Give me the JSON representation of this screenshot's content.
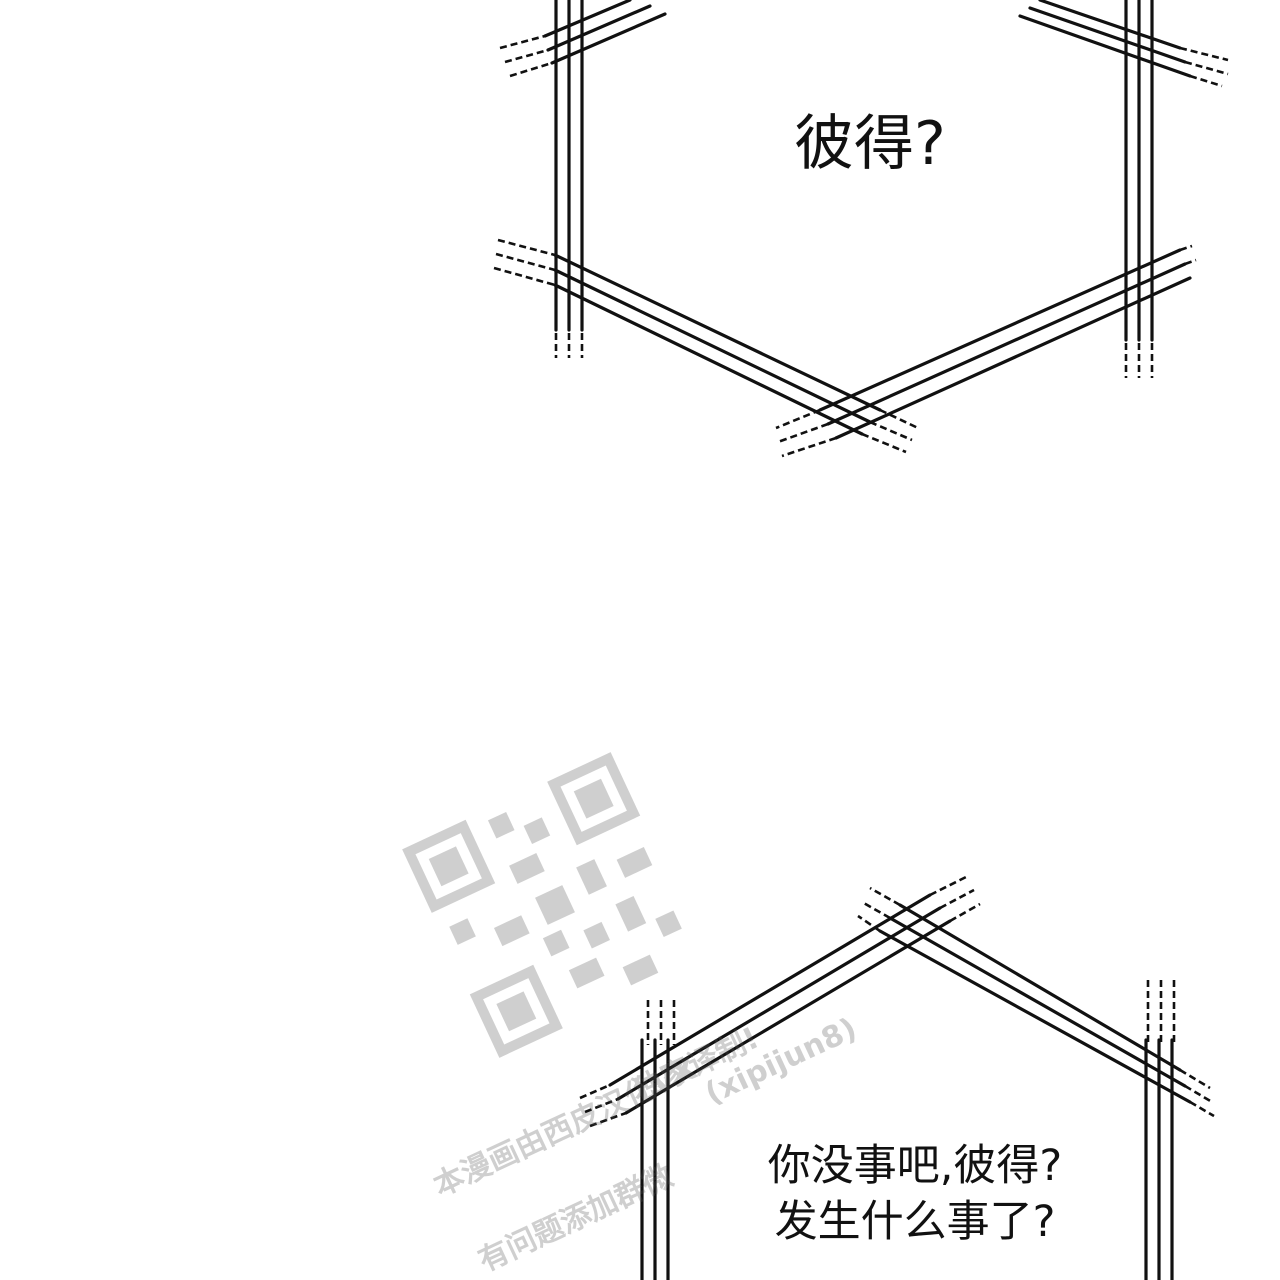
{
  "bubble_top": {
    "text": "彼得?"
  },
  "bubble_bottom": {
    "line1": "你没事吧,彼得?",
    "line2": "发生什么事了?"
  },
  "watermark": {
    "line1": "独家译制!",
    "line2": "(xipijun8)",
    "line3": "本漫画由西皮汉化VX",
    "line4": "有问题添加群微"
  },
  "colors": {
    "ink": "#111111",
    "background": "#ffffff",
    "watermark": "#555555"
  }
}
